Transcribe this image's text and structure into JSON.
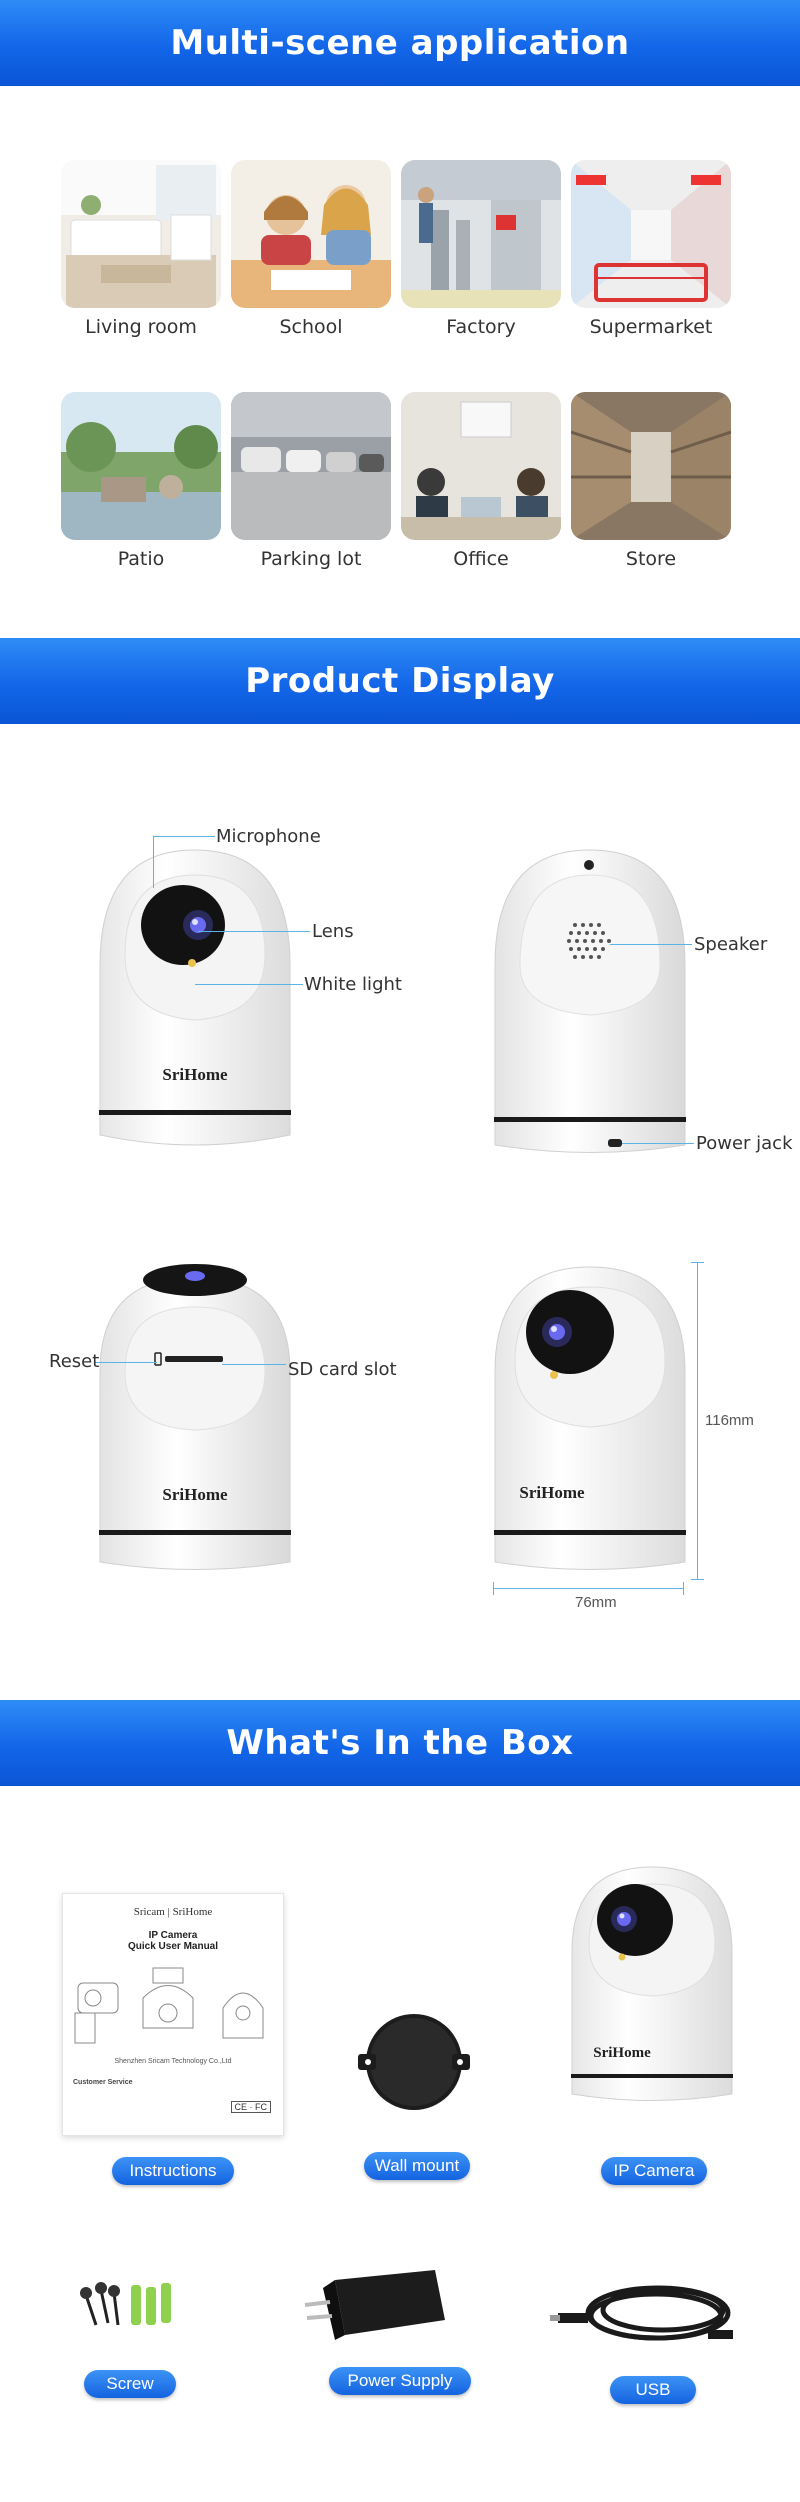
{
  "sections": {
    "scenes_title": "Multi-scene application",
    "product_title": "Product Display",
    "box_title": "What's In the Box"
  },
  "scenes": [
    {
      "label": "Living room"
    },
    {
      "label": "School"
    },
    {
      "label": "Factory"
    },
    {
      "label": "Supermarket"
    },
    {
      "label": "Patio"
    },
    {
      "label": "Parking lot"
    },
    {
      "label": "Office"
    },
    {
      "label": "Store"
    }
  ],
  "product": {
    "brand": "SriHome",
    "callouts": {
      "microphone": "Microphone",
      "lens": "Lens",
      "white_light": "White light",
      "speaker": "Speaker",
      "power_jack": "Power jack",
      "reset": "Reset",
      "sd_slot": "SD card slot"
    },
    "dimensions": {
      "height": "116mm",
      "width": "76mm"
    }
  },
  "manual": {
    "brand_line": "Sricam | SriHome",
    "title_1": "IP Camera",
    "title_2": "Quick User Manual",
    "company": "Shenzhen Sricam Technology Co.,Ltd",
    "service": "Customer Service"
  },
  "box_items": {
    "instructions": "Instructions",
    "wall_mount": "Wall mount",
    "ip_camera": "IP Camera",
    "screw": "Screw",
    "power_supply": "Power Supply",
    "usb": "USB"
  },
  "colors": {
    "accent": "#1366e8",
    "callout_line": "#5bb4e8"
  }
}
